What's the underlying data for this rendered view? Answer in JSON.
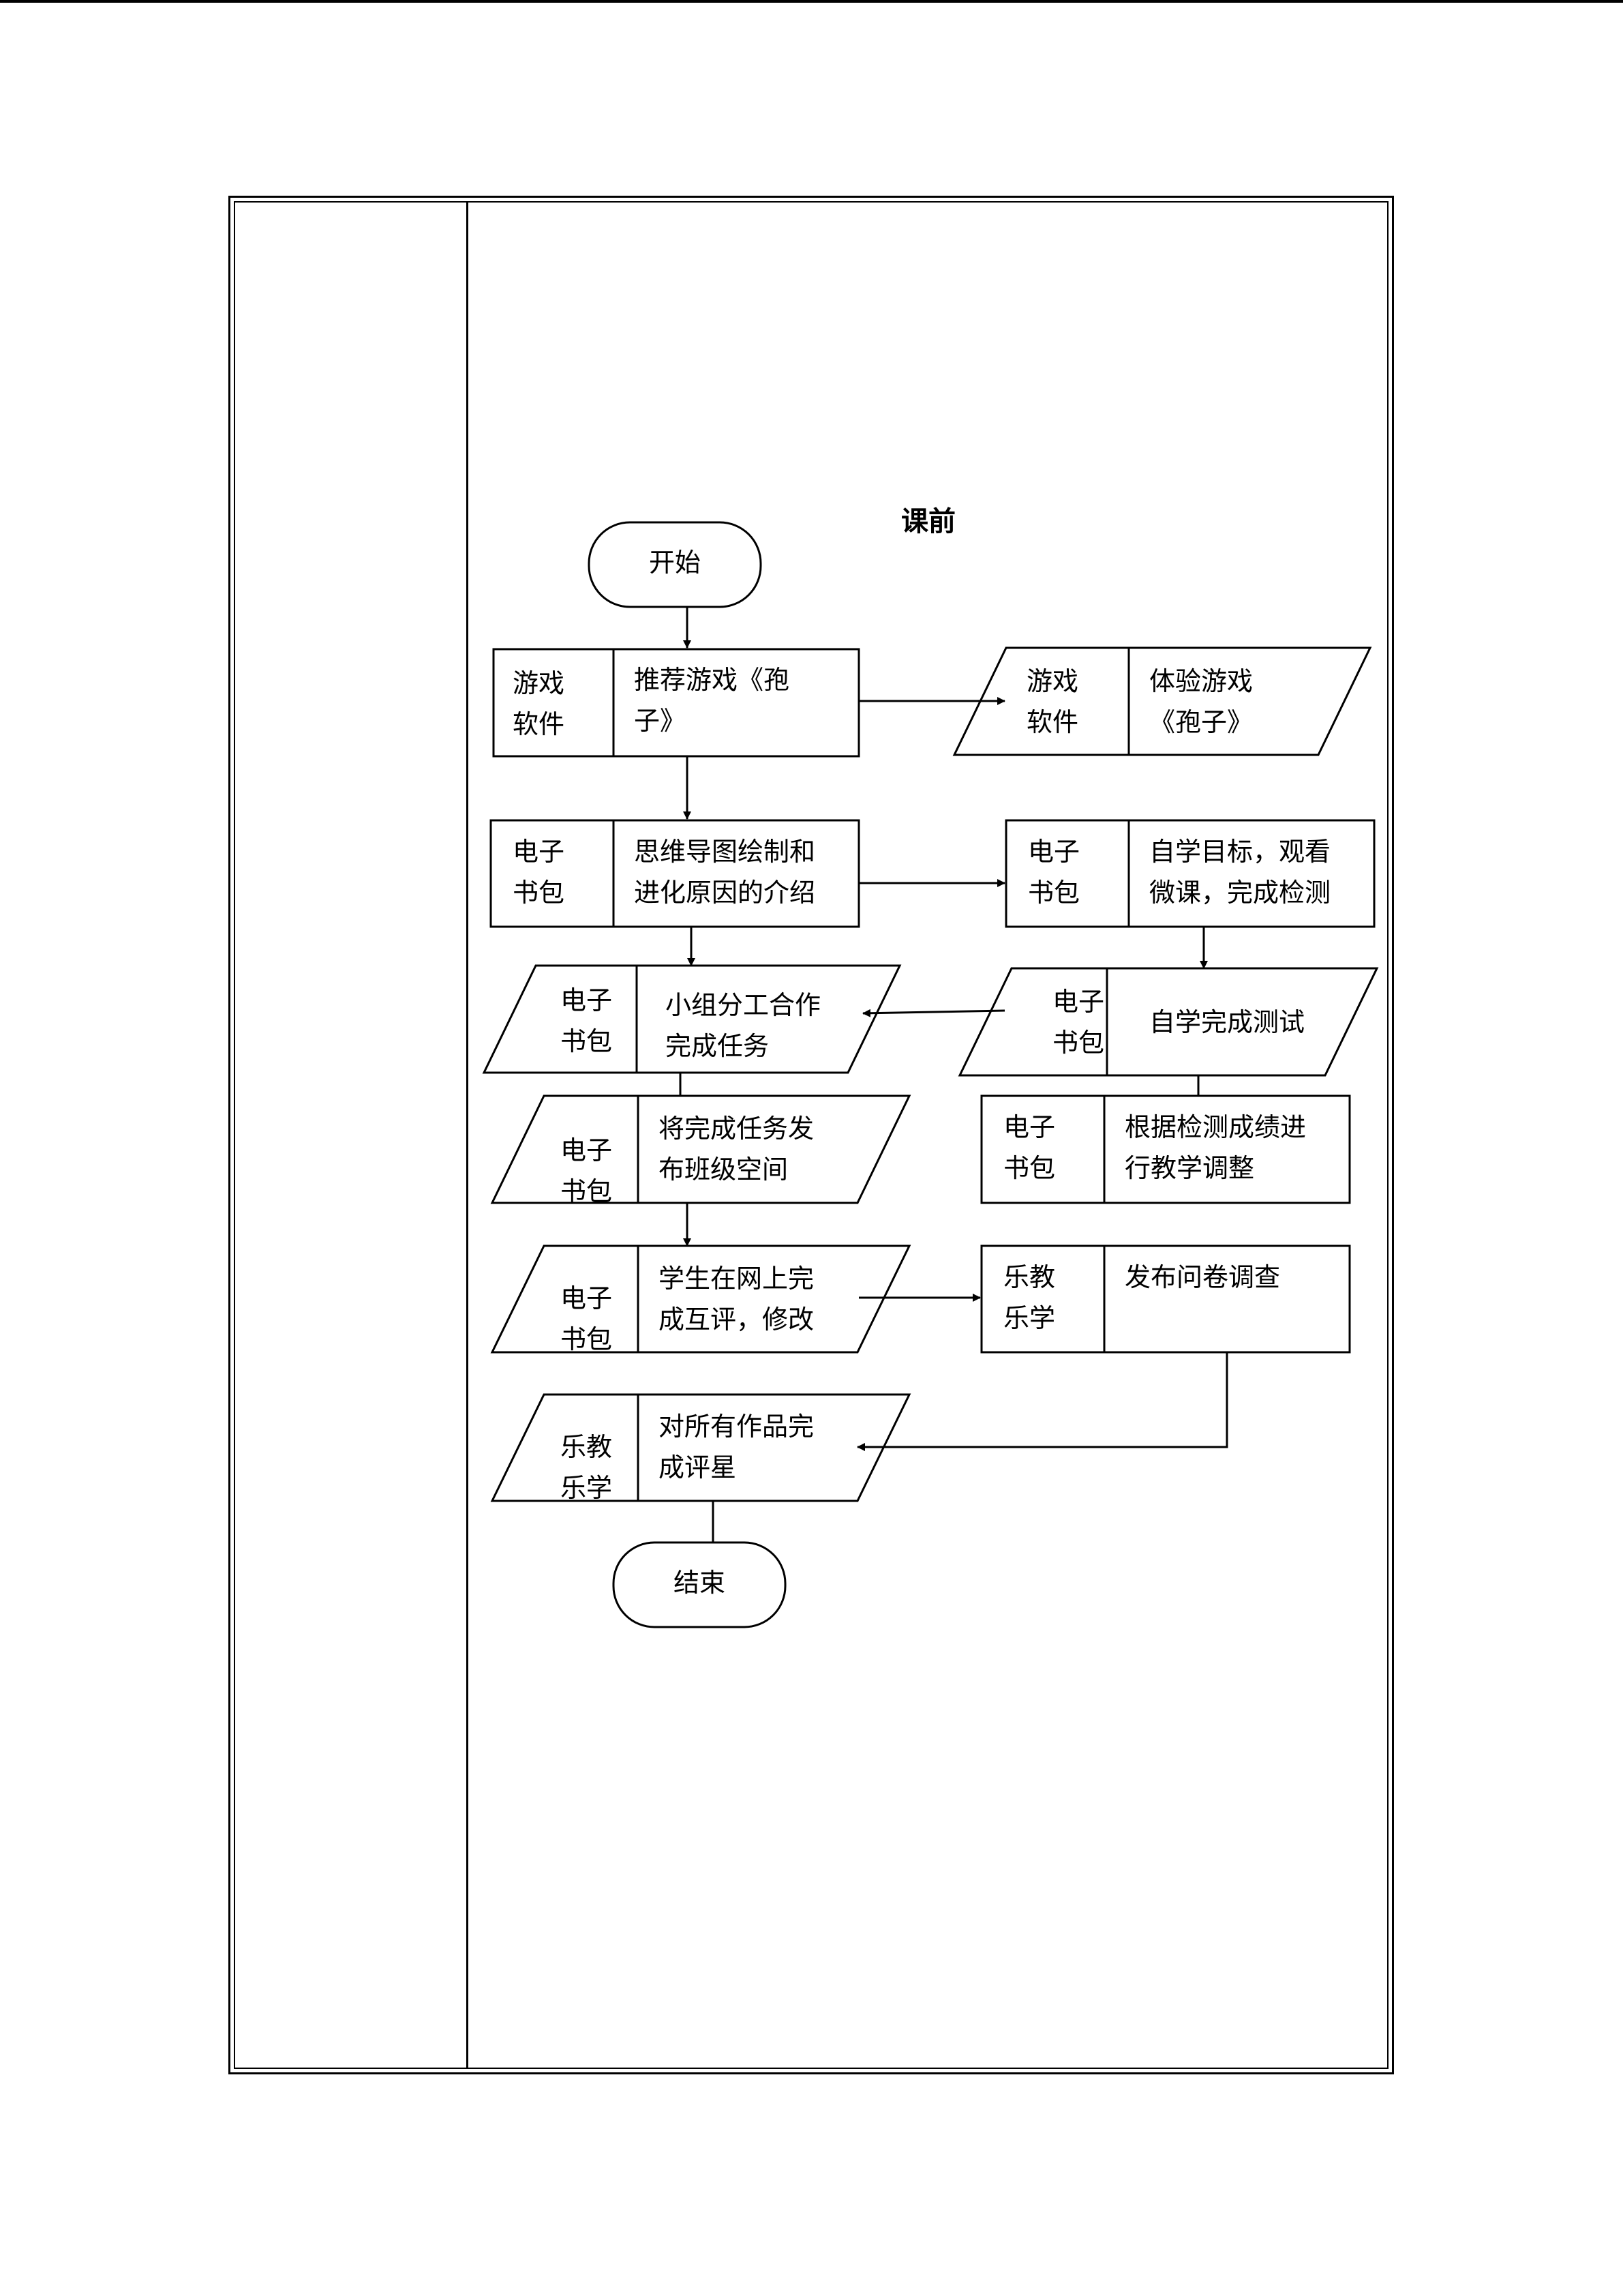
{
  "title": "课前",
  "start": "开始",
  "end": "结束",
  "nodes": {
    "recommend_game": {
      "tag": [
        "游戏",
        "软件"
      ],
      "text": [
        "推荐游戏《孢",
        "子》"
      ]
    },
    "experience_game": {
      "tag": [
        "游戏",
        "软件"
      ],
      "text": [
        "体验游戏",
        "《孢子》"
      ]
    },
    "mindmap": {
      "tag": [
        "电子",
        "书包"
      ],
      "text": [
        "思维导图绘制和",
        "进化原因的介绍"
      ]
    },
    "self_study": {
      "tag": [
        "电子",
        "书包"
      ],
      "text": [
        "自学目标，观看",
        "微课，完成检测"
      ]
    },
    "group_work": {
      "tag": [
        "电子",
        "书包"
      ],
      "text": [
        "小组分工合作",
        "完成任务"
      ]
    },
    "self_test": {
      "tag": [
        "电子",
        "书包"
      ],
      "text": [
        "自学完成测试"
      ]
    },
    "publish_task": {
      "tag": [
        "电子",
        "书包"
      ],
      "text": [
        "将完成任务发",
        "布班级空间"
      ]
    },
    "adjust": {
      "tag": [
        "电子",
        "书包"
      ],
      "text": [
        "根据检测成绩进",
        "行教学调整"
      ]
    },
    "peer_review": {
      "tag": [
        "电子",
        "书包"
      ],
      "text": [
        "学生在网上完",
        "成互评，修改"
      ]
    },
    "survey": {
      "tag": [
        "乐教",
        "乐学"
      ],
      "text": [
        "发布问卷调查"
      ]
    },
    "rating": {
      "tag": [
        "乐教",
        "乐学"
      ],
      "text": [
        "对所有作品完",
        "成评星"
      ]
    }
  }
}
